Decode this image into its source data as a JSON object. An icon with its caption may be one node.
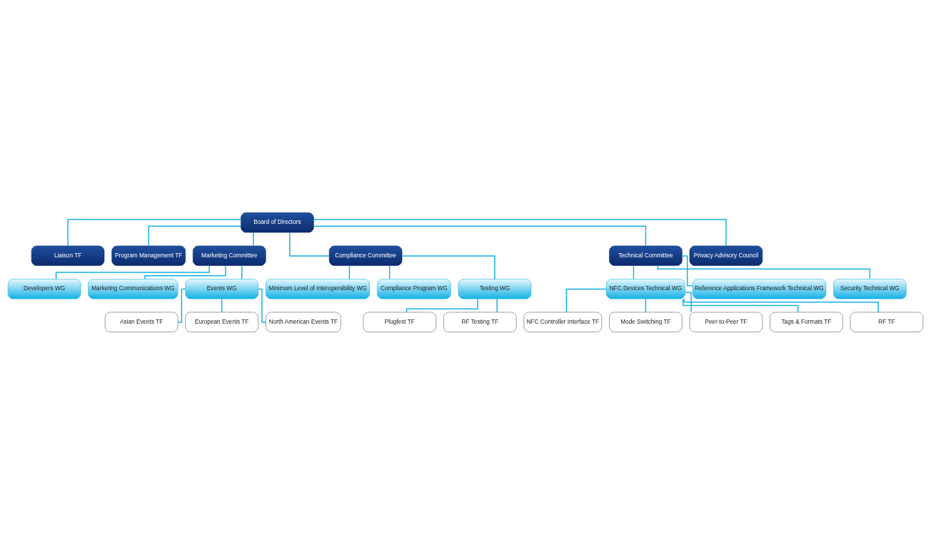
{
  "diagram": {
    "nodes": [
      {
        "text": [
          "Board of Directors"
        ]
      },
      {
        "text": [
          "Liaison TF"
        ]
      },
      {
        "text": [
          "Program Management TF"
        ]
      },
      {
        "text": [
          "Marketing Committee"
        ]
      },
      {
        "text": [
          "Compliance Committee"
        ]
      },
      {
        "text": [
          "Technical Committee"
        ]
      },
      {
        "text": [
          "Privacy Advisory Council"
        ]
      },
      {
        "text": [
          "Developers WG"
        ]
      },
      {
        "text": [
          "Marketing Communications WG"
        ]
      },
      {
        "text": [
          "Events WG"
        ]
      },
      {
        "text": [
          "Minimum Level of Interoperability WG"
        ]
      },
      {
        "text": [
          "Compliance Program WG"
        ]
      },
      {
        "text": [
          "Testing WG"
        ]
      },
      {
        "text": [
          "NFC Devices Technical WG"
        ]
      },
      {
        "text": [
          "Reference Applications Framework Technical WG"
        ]
      },
      {
        "text": [
          "Security Technical WG"
        ]
      },
      {
        "text": [
          "Asian Events TF"
        ]
      },
      {
        "text": [
          "European Events TF"
        ]
      },
      {
        "text": [
          "North American Events TF"
        ]
      },
      {
        "text": [
          "Plugfest TF"
        ]
      },
      {
        "text": [
          "RF Testing TF"
        ]
      },
      {
        "text": [
          "NFC Controller Interface TF"
        ]
      },
      {
        "text": [
          "Mode Switching TF"
        ]
      },
      {
        "text": [
          "Peer-to-Peer TF"
        ]
      },
      {
        "text": [
          "Tags & Formats TF"
        ]
      },
      {
        "text": [
          "RF TF"
        ]
      }
    ],
    "edges": [
      {
        "from": 0,
        "to": 1,
        "arrow": "none"
      },
      {
        "from": 0,
        "to": 2,
        "arrow": "none"
      },
      {
        "from": 0,
        "to": 3,
        "arrow": "none"
      },
      {
        "from": 0,
        "to": 4,
        "arrow": "none"
      },
      {
        "from": 0,
        "to": 5,
        "arrow": "none"
      },
      {
        "from": 0,
        "to": 6,
        "arrow": "none"
      },
      {
        "from": 3,
        "to": 7,
        "arrow": "none"
      },
      {
        "from": 3,
        "to": 8,
        "arrow": "none"
      },
      {
        "from": 3,
        "to": 9,
        "arrow": "none"
      },
      {
        "from": 4,
        "to": 10,
        "arrow": "none"
      },
      {
        "from": 4,
        "to": 11,
        "arrow": "none"
      },
      {
        "from": 4,
        "to": 12,
        "arrow": "none"
      },
      {
        "from": 5,
        "to": 13,
        "arrow": "none"
      },
      {
        "from": 5,
        "to": 14,
        "arrow": "none"
      },
      {
        "from": 5,
        "to": 15,
        "arrow": "none"
      },
      {
        "from": 9,
        "to": 16,
        "arrow": "none"
      },
      {
        "from": 9,
        "to": 17,
        "arrow": "none"
      },
      {
        "from": 9,
        "to": 18,
        "arrow": "none"
      },
      {
        "from": 12,
        "to": 19,
        "arrow": "none"
      },
      {
        "from": 12,
        "to": 20,
        "arrow": "none"
      },
      {
        "from": 13,
        "to": 21,
        "arrow": "none"
      },
      {
        "from": 13,
        "to": 22,
        "arrow": "none"
      },
      {
        "from": 13,
        "to": 23,
        "arrow": "none"
      },
      {
        "from": 13,
        "to": 24,
        "arrow": "none"
      },
      {
        "from": 13,
        "to": 25,
        "arrow": "none"
      }
    ]
  }
}
